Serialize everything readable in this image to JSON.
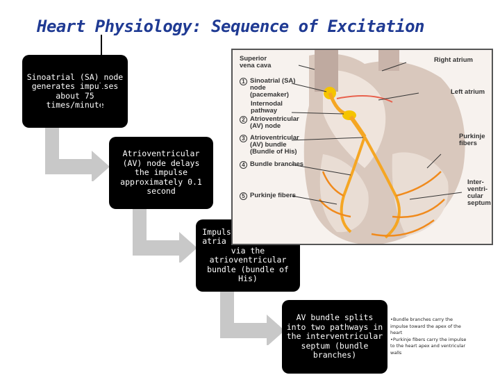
{
  "title": "Heart Physiology: Sequence of Excitation",
  "steps": [
    {
      "text": "Sinoatrial (SA) node generates impulses about 75 times/minute"
    },
    {
      "text": "Atrioventricular (AV) node delays the impulse approximately 0.1 second"
    },
    {
      "text": "Impulse passes from atria to ventricles via the atrioventricular bundle (bundle of His)"
    },
    {
      "text": "AV bundle splits into two pathways in the interventricular septum (bundle branches)"
    }
  ],
  "diagram": {
    "labels": {
      "superior_vena_cava": "Superior vena cava",
      "right_atrium": "Right atrium",
      "left_atrium": "Left atrium",
      "internodal_pathway": "Internodal pathway",
      "purkinje_fibers_right": "Purkinje fibers",
      "interventricular_septum": "Inter-ventri-cular septum"
    },
    "numbered": [
      {
        "num": "1",
        "text": "Sinoatrial (SA) node (pacemaker)"
      },
      {
        "num": "2",
        "text": "Atrioventricular (AV) node"
      },
      {
        "num": "3",
        "text": "Atrioventricular (AV) bundle (Bundle of His)"
      },
      {
        "num": "4",
        "text": "Bundle branches"
      },
      {
        "num": "5",
        "text": "Purkinje fibers"
      }
    ]
  },
  "notes": [
    "•Bundle branches carry the impulse toward the apex of the heart",
    "•Purkinje fibers carry the impulse to the heart apex and ventricular walls"
  ],
  "colors": {
    "title": "#1f3a93",
    "step_bg": "#000000",
    "arrow": "#c8c8c8",
    "conduction": "#f5a623"
  }
}
